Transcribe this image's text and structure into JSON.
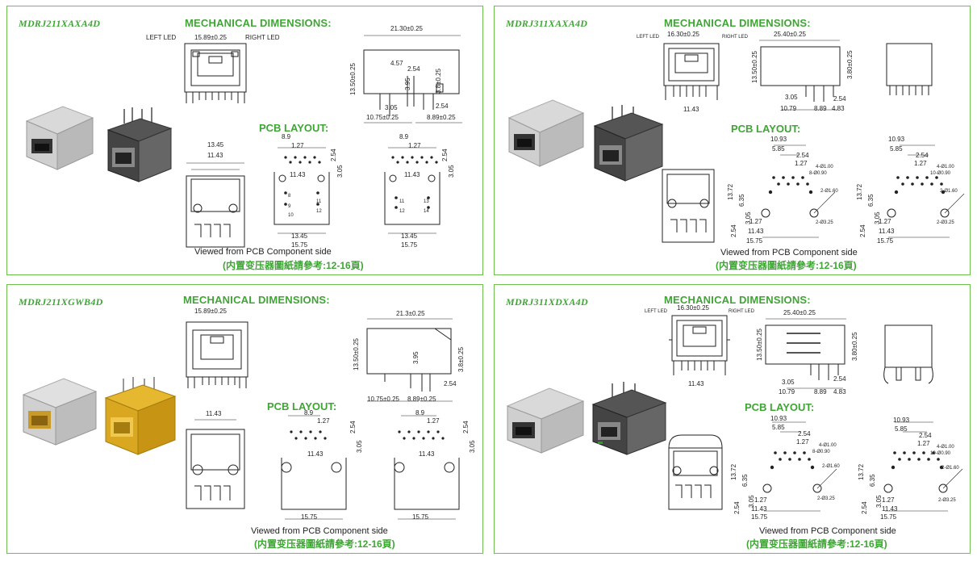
{
  "panels": [
    {
      "model": "MDRJ211XAXA4D",
      "mech_title": "MECHANICAL DIMENSIONS:",
      "pcb_title": "PCB LAYOUT:",
      "viewed": "Viewed from PCB Component side",
      "ref": "(内置变压器圖紙請參考:12-16頁)",
      "front_labels": {
        "left_led": "LEFT LED",
        "right_led": "RIGHT LED",
        "width": "15.89±0.25"
      },
      "side_labels": {
        "length": "21.30±0.25",
        "height": "13.50±0.25",
        "a": "4.57",
        "b": "2.54",
        "c": "3.95",
        "d": "3.8±0.25",
        "e": "3.05",
        "f": "2.54",
        "g": "10.75±0.25",
        "h": "8.89±0.25"
      },
      "bottom_labels": {
        "w1": "13.45",
        "w2": "11.43"
      },
      "pcb1": {
        "top": "8.9",
        "a": "1.27",
        "b": "2.54",
        "mid": "11.43",
        "c": "3.05",
        "d": "13.45",
        "e": "15.75",
        "p1": "8",
        "p2": "9",
        "p3": "10",
        "p4": "11",
        "p5": "12"
      },
      "pcb2": {
        "top": "8.9",
        "a": "1.27",
        "b": "2.54",
        "mid": "11.43",
        "c": "3.05",
        "d": "13.45",
        "e": "15.75",
        "p1": "11",
        "p2": "12",
        "p3": "13",
        "p4": "14"
      }
    },
    {
      "model": "MDRJ311XAXA4D",
      "mech_title": "MECHANICAL DIMENSIONS:",
      "pcb_title": "PCB LAYOUT:",
      "viewed": "Viewed from PCB Component side",
      "ref": "(内置变压器圖紙請參考:12-16頁)",
      "front_labels": {
        "left_led": "LEFT LED",
        "right_led": "RIGHT LED",
        "width": "16.30±0.25",
        "bottom": "11.43"
      },
      "side_labels": {
        "length": "25.40±0.25",
        "height": "13.50±0.25",
        "d": "3.80±0.25",
        "e": "3.05",
        "f": "2.54",
        "g": "10.79",
        "h": "8.89",
        "i": "4.83"
      },
      "pcb1": {
        "a": "10.93",
        "b": "5.85",
        "c": "2.54",
        "d": "1.27",
        "e": "4-Ø1.00",
        "f": "8-Ø0.90",
        "g": "2-Ø1.60",
        "h": "2-Ø3.25",
        "i": "13.72",
        "j": "6.35",
        "k": "3.05",
        "l": "2.54",
        "m": "1.27",
        "n": "11.43",
        "o": "15.75"
      },
      "pcb2": {
        "a": "10.93",
        "b": "5.85",
        "c": "2.54",
        "d": "1.27",
        "e": "4-Ø1.00",
        "f": "10-Ø0.90",
        "g": "2-Ø1.60",
        "h": "2-Ø3.25",
        "i": "13.72",
        "j": "6.35",
        "k": "3.05",
        "l": "2.54",
        "m": "1.27",
        "n": "11.43",
        "o": "15.75"
      }
    },
    {
      "model": "MDRJ211XGWB4D",
      "mech_title": "MECHANICAL DIMENSIONS:",
      "pcb_title": "PCB LAYOUT:",
      "viewed": "Viewed from PCB Component side",
      "ref": "(内置变压器圖紙請參考:12-16頁)",
      "front_labels": {
        "width": "15.89±0.25"
      },
      "side_labels": {
        "length": "21.3±0.25",
        "height": "13.50±0.25",
        "c": "3.95",
        "d": "3.8±0.25",
        "f": "2.54",
        "g": "10.75±0.25",
        "h": "8.89±0.25"
      },
      "bottom_labels": {
        "w2": "11.43"
      },
      "pcb1": {
        "top": "8.9",
        "a": "1.27",
        "b": "2.54",
        "mid": "11.43",
        "c": "3.05",
        "e": "15.75"
      },
      "pcb2": {
        "top": "8.9",
        "a": "1.27",
        "b": "2.54",
        "mid": "11.43",
        "c": "3.05",
        "e": "15.75"
      }
    },
    {
      "model": "MDRJ311XDXA4D",
      "mech_title": "MECHANICAL DIMENSIONS:",
      "pcb_title": "PCB LAYOUT:",
      "viewed": "Viewed from PCB Component side",
      "ref": "(内置变压器圖紙請參考:12-16頁)",
      "front_labels": {
        "left_led": "LEFT LED",
        "right_led": "RIGHT LED",
        "width": "16.30±0.25",
        "bottom": "11.43"
      },
      "side_labels": {
        "length": "25.40±0.25",
        "height": "13.50±0.25",
        "d": "3.80±0.25",
        "e": "3.05",
        "f": "2.54",
        "g": "10.79",
        "h": "8.89",
        "i": "4.83"
      },
      "pcb1": {
        "a": "10.93",
        "b": "5.85",
        "c": "2.54",
        "d": "1.27",
        "e": "4-Ø1.00",
        "f": "8-Ø0.90",
        "g": "2-Ø1.60",
        "h": "2-Ø3.25",
        "i": "13.72",
        "j": "6.35",
        "k": "3.05",
        "l": "2.54",
        "m": "1.27",
        "n": "11.43",
        "o": "15.75"
      },
      "pcb2": {
        "a": "10.93",
        "b": "5.85",
        "c": "2.54",
        "d": "1.27",
        "e": "4-Ø1.00",
        "f": "10-Ø0.90",
        "g": "2-Ø1.60",
        "h": "2-Ø3.25",
        "i": "13.72",
        "j": "6.35",
        "k": "3.05",
        "l": "2.54",
        "m": "1.27",
        "n": "11.43",
        "o": "15.75"
      }
    }
  ]
}
